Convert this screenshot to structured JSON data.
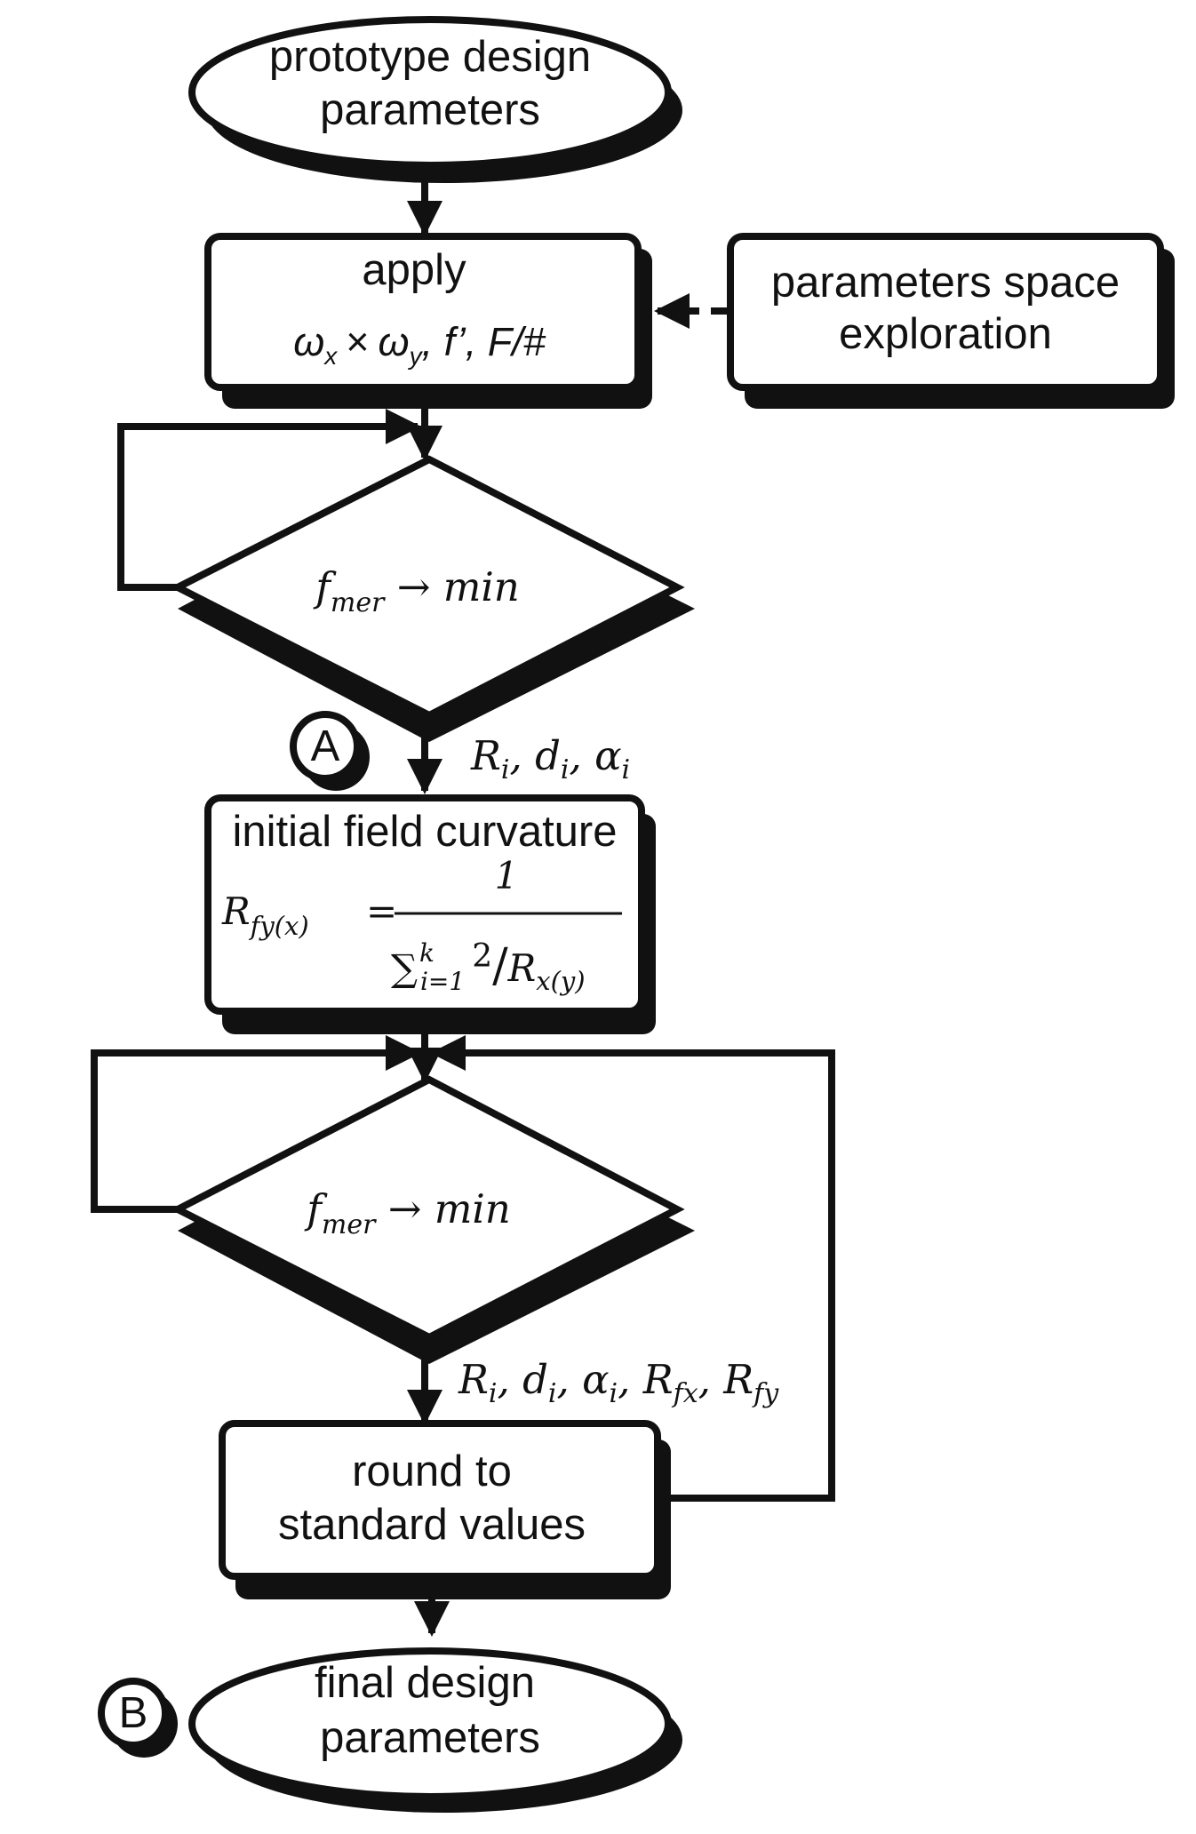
{
  "nodes": {
    "start": {
      "line1": "prototype design",
      "line2": "parameters"
    },
    "apply": {
      "title": "apply",
      "w": "ω",
      "x_sub": "x",
      "times": "×",
      "y_sub": "y",
      "rest": ", f’, F/#"
    },
    "explore": {
      "line1": "parameters space",
      "line2": "exploration"
    },
    "decision1": {
      "f": "f",
      "sub": "mer",
      "rest": " → min"
    },
    "initial": {
      "title": "initial field curvature",
      "lhs_R": "R",
      "lhs_sub": "fy(x)",
      "eq": "=",
      "numerator": "1",
      "sum": "∑",
      "sum_super": "k",
      "sum_sub": "i=1",
      "two": "2",
      "slash": "/",
      "den_R": "R",
      "den_sub": "x(y)"
    },
    "decision2": {
      "f": "f",
      "sub": "mer",
      "rest": " → min"
    },
    "round": {
      "line1": "round to",
      "line2": "standard values"
    },
    "end": {
      "line1": "final design",
      "line2": "parameters"
    }
  },
  "markers": {
    "a": "A",
    "b": "B"
  },
  "edge_labels": {
    "after_decision1": {
      "R": "R",
      "i1": "i",
      "d": ", d",
      "i2": "i",
      "al": ", α",
      "i3": "i"
    },
    "after_decision2": {
      "R": "R",
      "i1": "i",
      "d": ", d",
      "i2": "i",
      "al": ", α",
      "i3": "i",
      "rf1": ", R",
      "s1": "fx",
      "rf2": ", R",
      "s2": "fy"
    }
  }
}
